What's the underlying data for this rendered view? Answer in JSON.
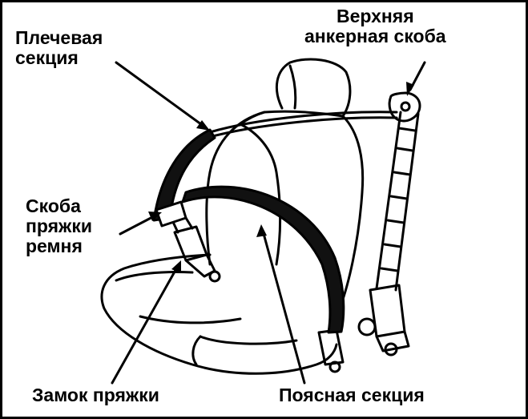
{
  "labels": {
    "shoulder_section": [
      "Плечевая",
      "секция"
    ],
    "upper_anchor": [
      "Верхняя",
      "анкерная скоба"
    ],
    "tongue_bracket": [
      "Скоба",
      "пряжки",
      "ремня"
    ],
    "buckle": "Замок пряжки",
    "lap_section": "Поясная секция"
  },
  "colors": {
    "ink": "#000000",
    "background": "#ffffff"
  }
}
